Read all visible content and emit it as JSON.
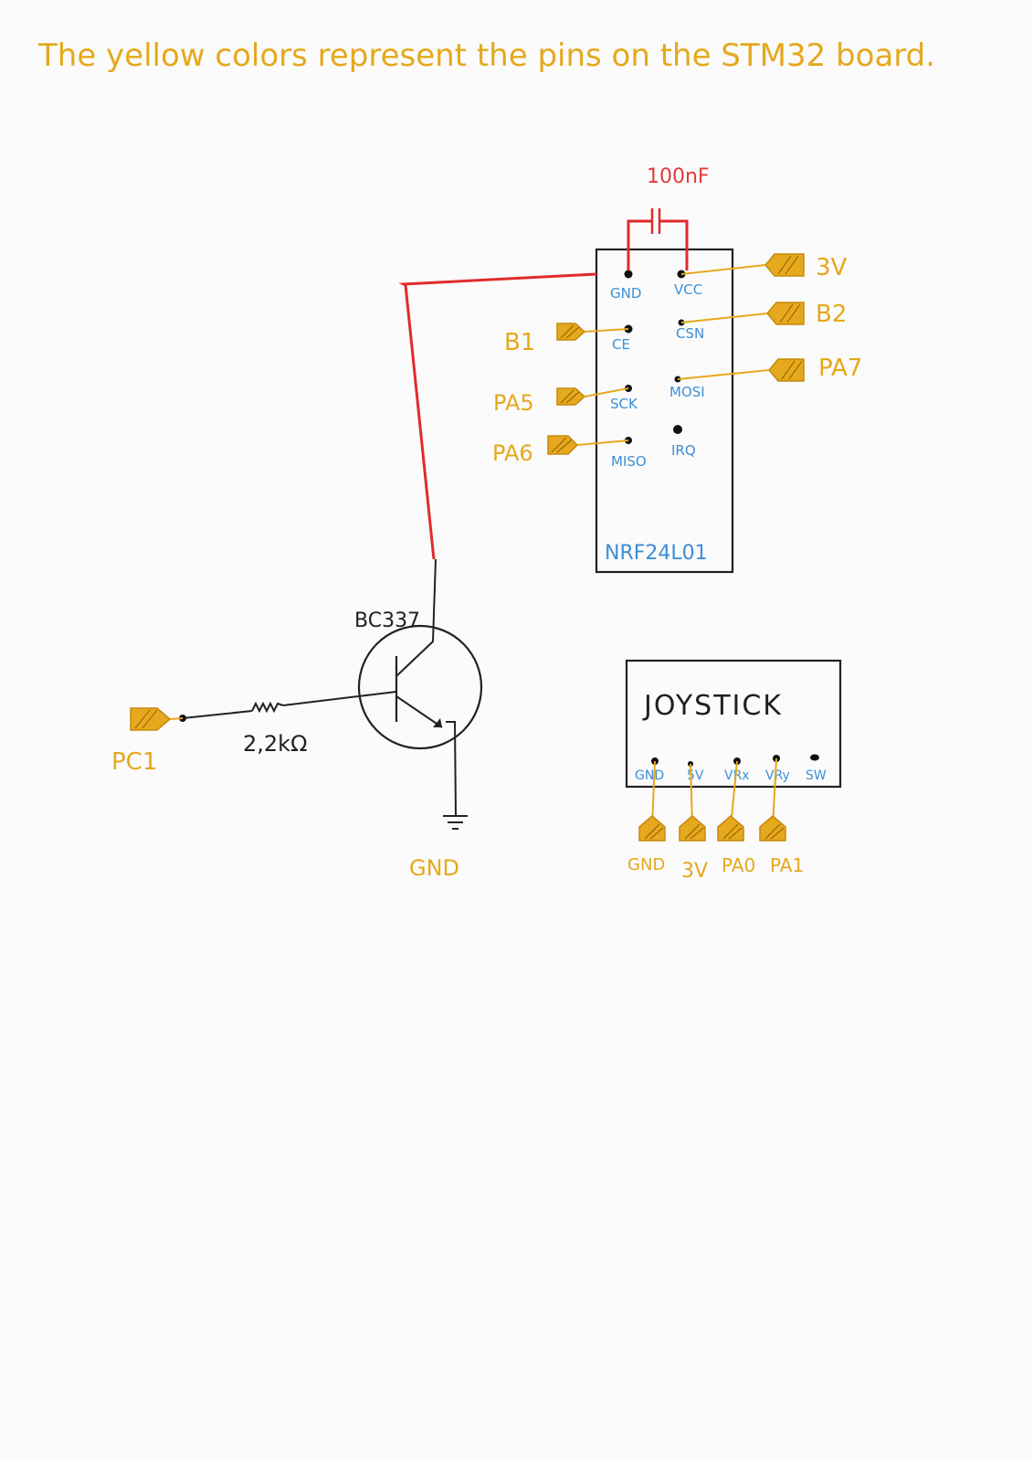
{
  "header_note": "The yellow colors represent the pins on the STM32 board.",
  "capacitor": {
    "value": "100nF"
  },
  "nrf": {
    "name": "NRF24L01",
    "pins_left": [
      "GND",
      "CE",
      "SCK",
      "MISO"
    ],
    "pins_right": [
      "VCC",
      "CSN",
      "MOSI",
      "IRQ"
    ],
    "left_connections": [
      "B1",
      "PA5",
      "PA6"
    ],
    "right_connections": [
      "3V",
      "B2",
      "PA7"
    ]
  },
  "transistor": {
    "part": "BC337",
    "resistor": "2,2kΩ",
    "base_pin": "PC1",
    "emitter_label": "GND"
  },
  "joystick": {
    "name": "JOYSTICK",
    "pins": [
      "GND",
      "5V",
      "VRx",
      "VRy",
      "SW"
    ],
    "connections": [
      "GND",
      "3V",
      "PA0",
      "PA1"
    ]
  },
  "colors": {
    "stm32_pin": "#e6a81c",
    "module_label": "#3d8fd6",
    "power_wire": "#e02b2b",
    "capacitor": "#e02b2b"
  }
}
